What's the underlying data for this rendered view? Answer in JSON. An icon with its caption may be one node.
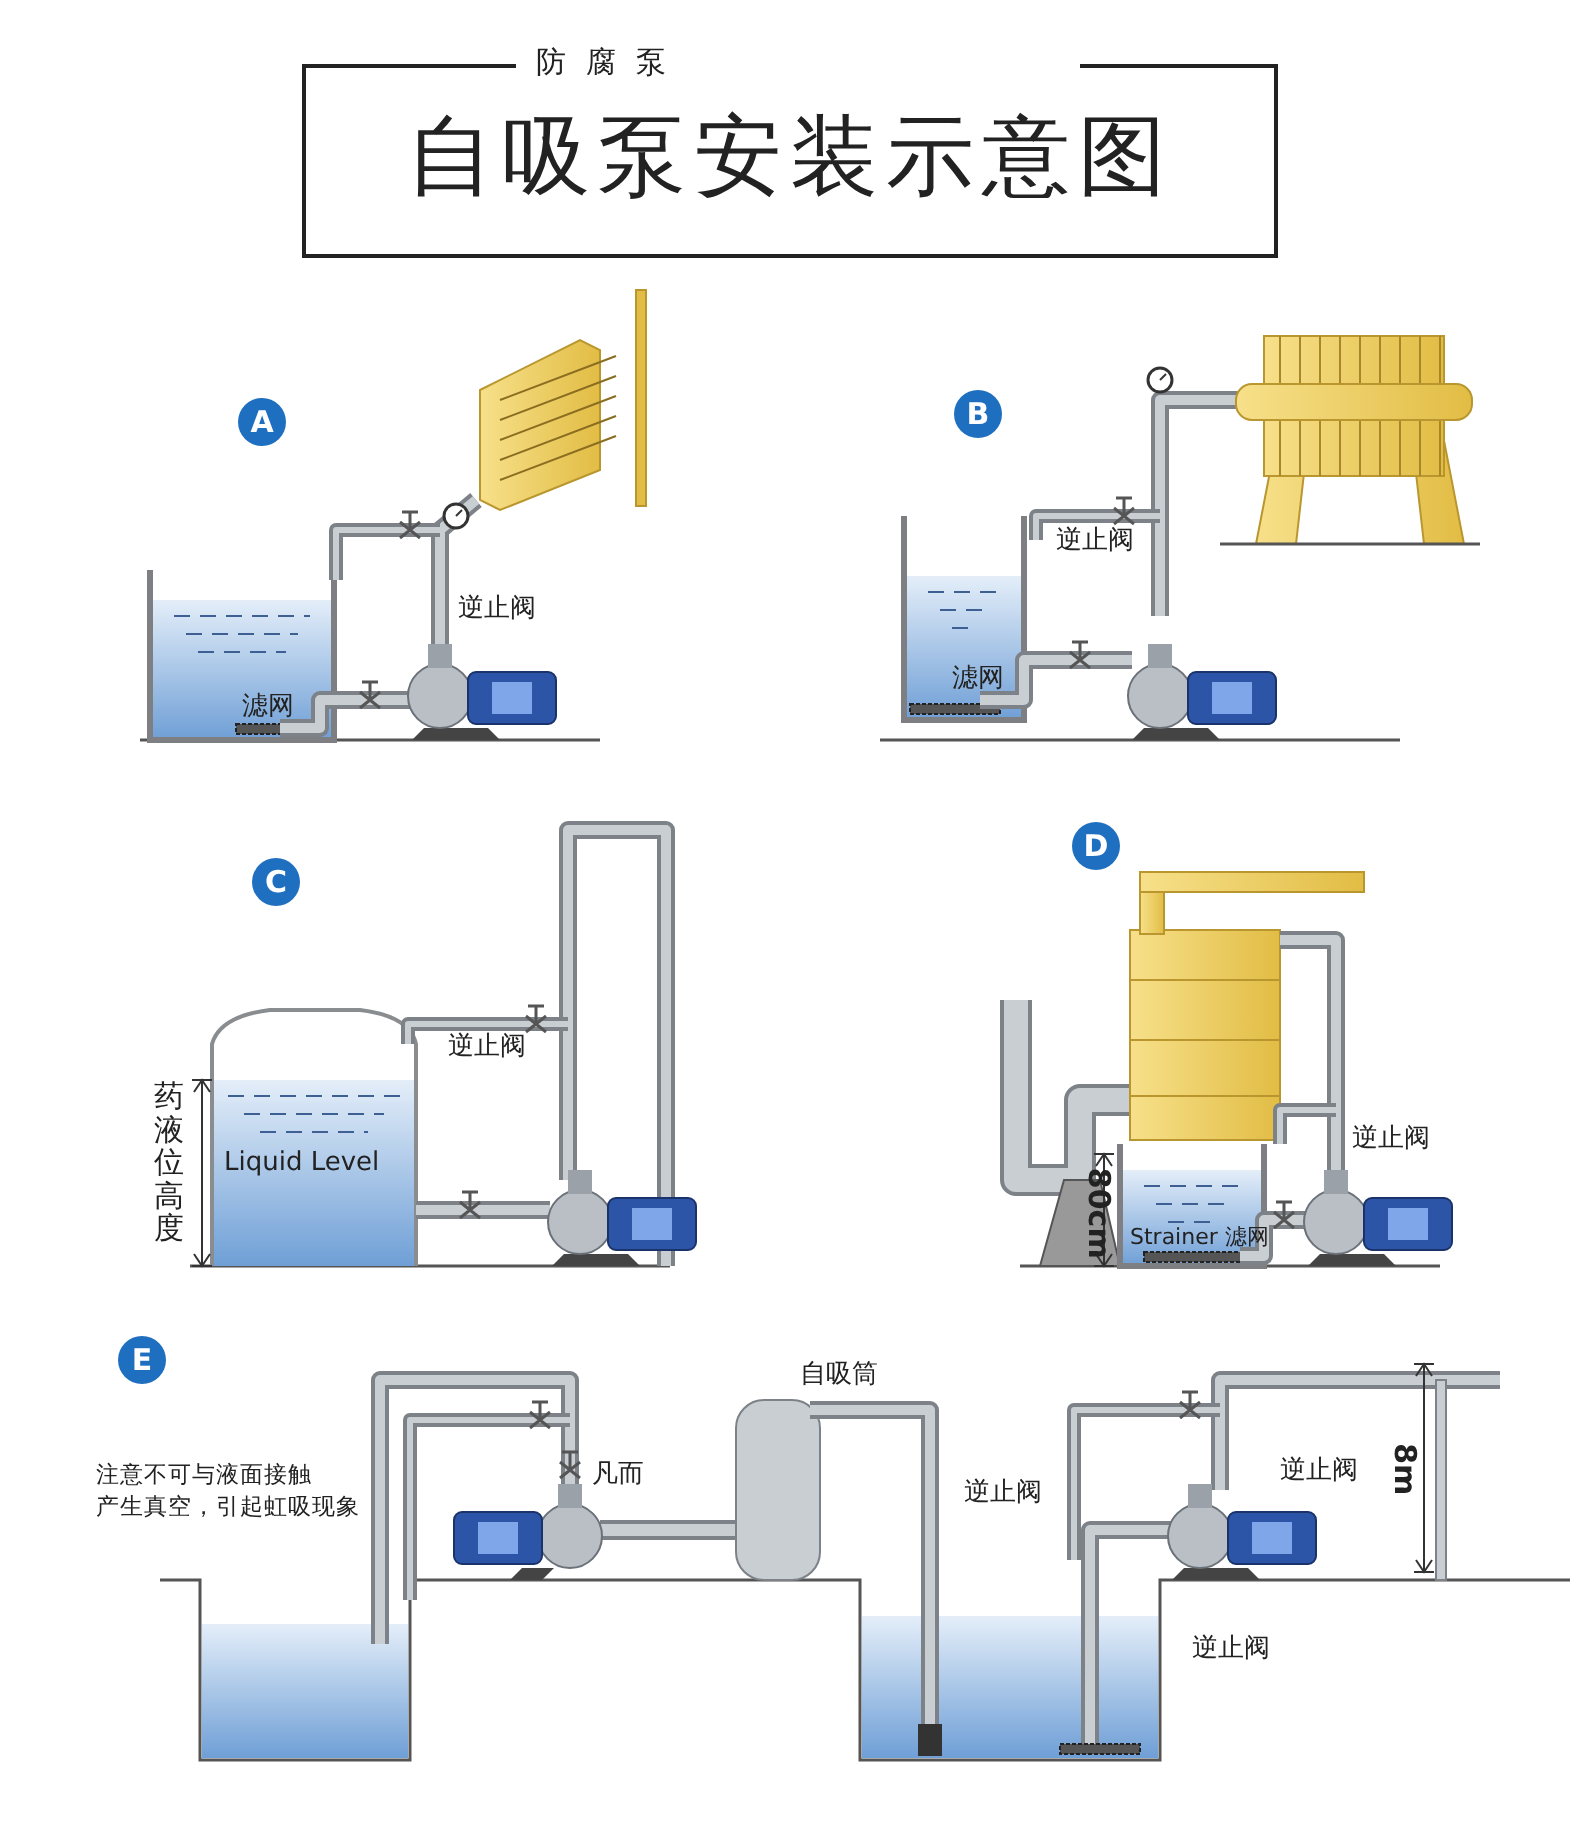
{
  "diagram": {
    "title": "自吸泵安装示意图",
    "labels": [
      "防腐泵",
      "A",
      "逆止阀",
      "滤网",
      "B",
      "逆止阀",
      "滤网",
      "C",
      "逆止阀",
      "药液位高度",
      "Liquid Level",
      "D",
      "逆止阀",
      "80cm",
      "Strainer 滤网",
      "E",
      "自吸筒",
      "注意不可与液面接触",
      "产生真空，引起虹吸现象",
      "凡而",
      "逆止阀",
      "逆止阀",
      "8m",
      "逆止阀"
    ]
  }
}
